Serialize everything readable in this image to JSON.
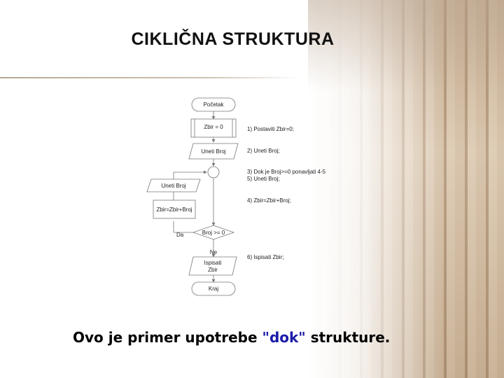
{
  "slide": {
    "title": "CIKLIČNA STRUKTURA",
    "caption": {
      "prefix": "Ovo je primer upotrebe ",
      "keyword": "\"dok\"",
      "suffix": " strukture."
    }
  },
  "flowchart": {
    "nodes": {
      "start": "Početak",
      "init": "Zbir = 0",
      "input1": "Uneti Broj",
      "input2": "Uneti Broj",
      "sum": "Zbir=Zbir+Broj",
      "decision": "Broj >= 0",
      "output_line1": "Ispisati",
      "output_line2": "Zbir",
      "end": "Kraj"
    },
    "edge_labels": {
      "yes": "Da",
      "no": "Ne"
    },
    "steps": {
      "s1": "1) Postaviti Zbir=0;",
      "s2": "2) Uneti Broj;",
      "s3a": "3) Dok je Broj>=0 ponavljati 4-5",
      "s3b": "5) Uneti Broj;",
      "s4": "4) Zbir=Zbir+Broj;",
      "s6": "6) Ispisati Zbir;"
    }
  }
}
